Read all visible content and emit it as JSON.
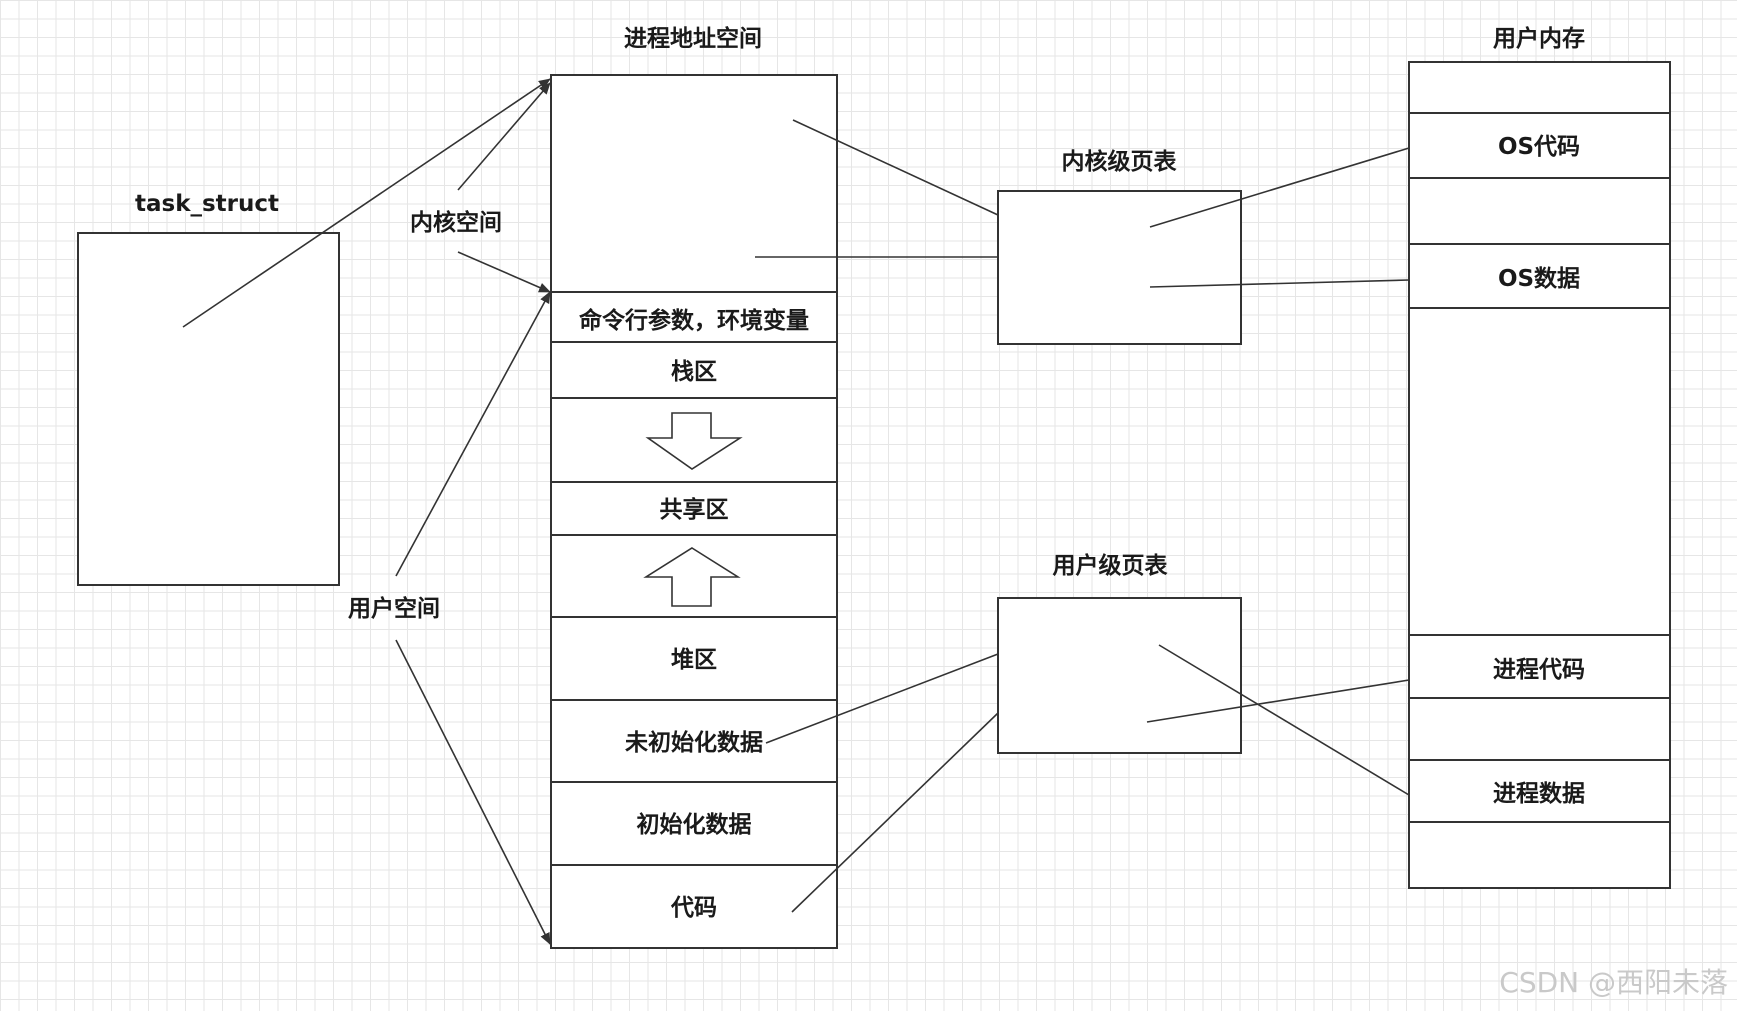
{
  "task_struct": {
    "title": "task_struct"
  },
  "address_space": {
    "title": "进程地址空间",
    "kernel_label": "内核空间",
    "user_label": "用户空间",
    "segments": {
      "args_env": "命令行参数，环境变量",
      "stack": "栈区",
      "shared": "共享区",
      "heap": "堆区",
      "bss": "未初始化数据",
      "data": "初始化数据",
      "code": "代码"
    }
  },
  "page_tables": {
    "kernel": "内核级页表",
    "user": "用户级页表"
  },
  "memory": {
    "title": "用户内存",
    "os_code": "OS代码",
    "os_data": "OS数据",
    "proc_code": "进程代码",
    "proc_data": "进程数据"
  },
  "watermark": "CSDN @西阳未落"
}
